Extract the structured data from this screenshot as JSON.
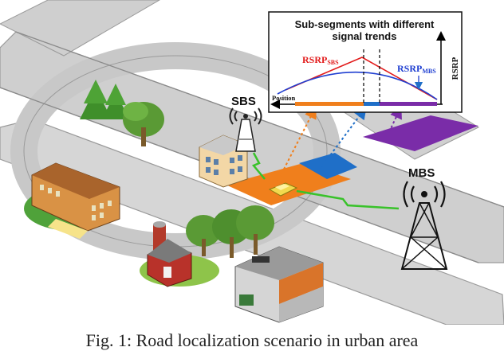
{
  "inset": {
    "title_line1": "Sub-segments with different",
    "title_line2": "signal trends",
    "series_sbs_main": "RSRP",
    "series_sbs_sub": "SBS",
    "series_mbs_main": "RSRP",
    "series_mbs_sub": "MBS",
    "y_axis_label": "RSRP",
    "x_axis_label": "Position"
  },
  "stations": {
    "small_bs_label": "SBS",
    "macro_bs_label": "MBS"
  },
  "caption": "Fig. 1: Road localization scenario in urban area",
  "colors": {
    "sbs_curve": "#e21b1b",
    "mbs_curve": "#1f3fd1",
    "segment_orange": "#f07f1c",
    "segment_blue": "#1f6fc8",
    "segment_purple": "#7a2ca8",
    "road": "#c9c9c9"
  }
}
